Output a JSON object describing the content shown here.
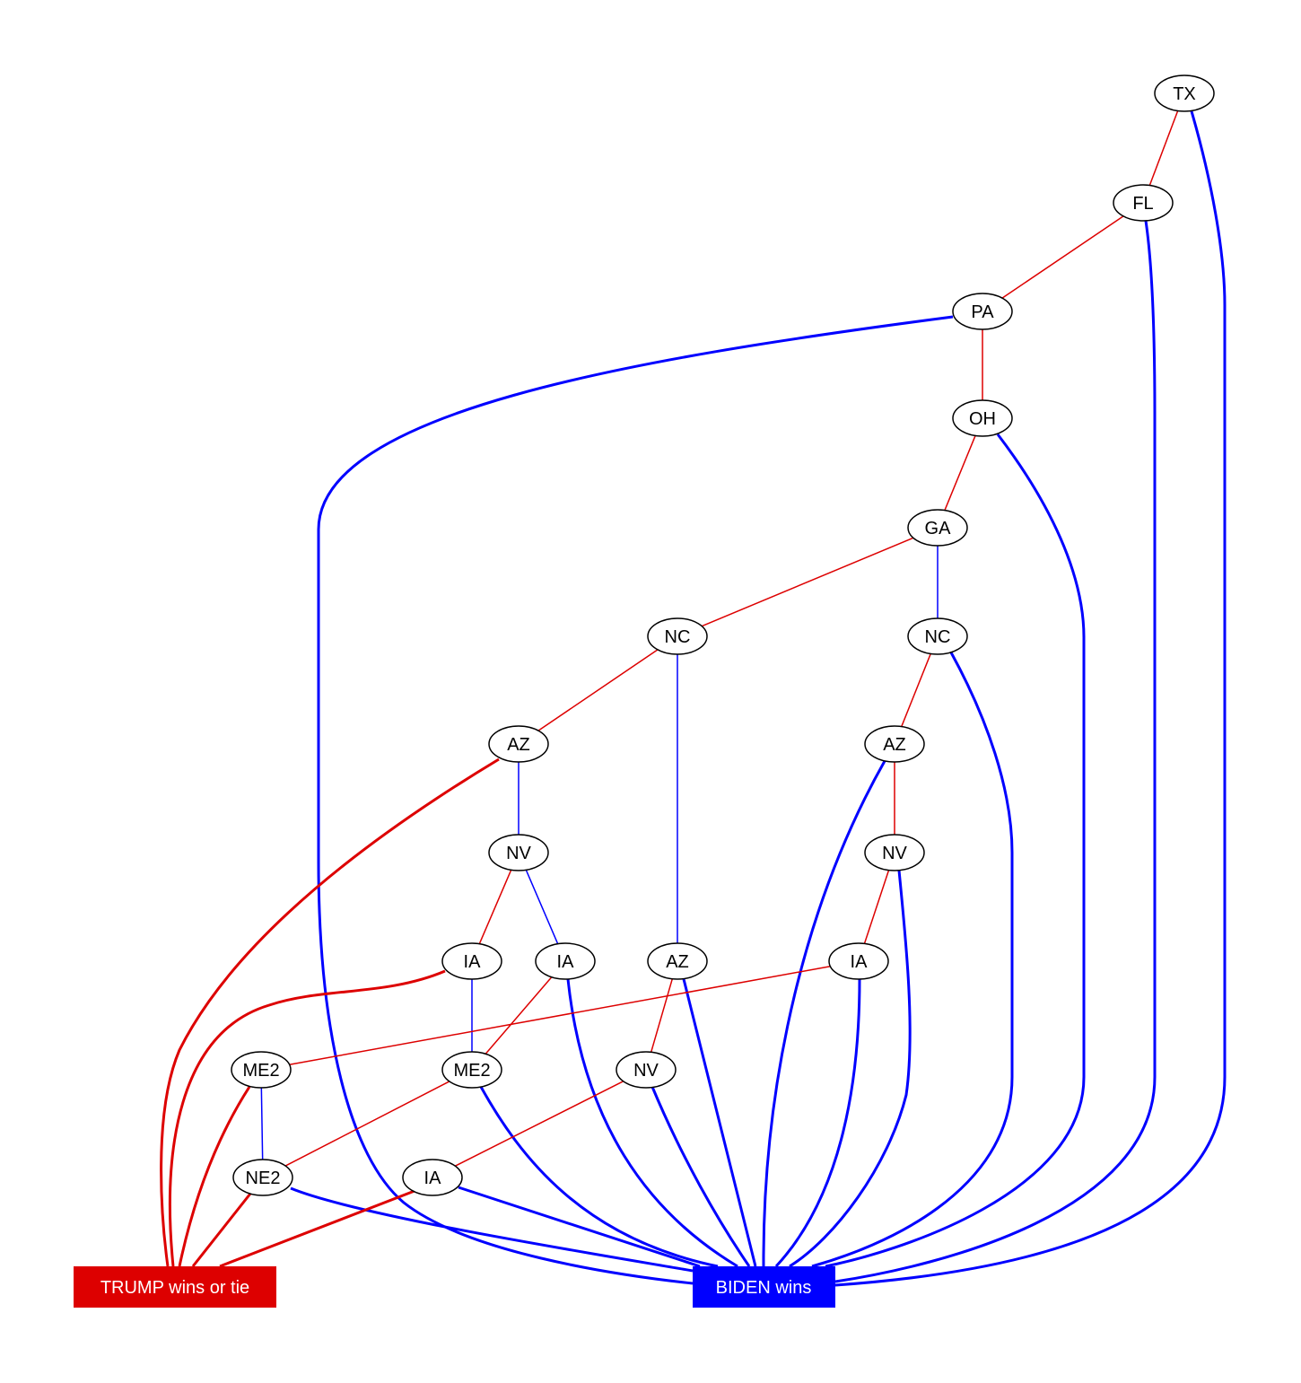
{
  "colors": {
    "trump": "#dd0000",
    "biden": "#0000ff"
  },
  "terminals": {
    "trump": {
      "label": "TRUMP wins or tie"
    },
    "biden": {
      "label": "BIDEN wins"
    }
  },
  "nodes": [
    {
      "id": "TX",
      "label": "TX"
    },
    {
      "id": "FL",
      "label": "FL"
    },
    {
      "id": "PA",
      "label": "PA"
    },
    {
      "id": "OH",
      "label": "OH"
    },
    {
      "id": "GA",
      "label": "GA"
    },
    {
      "id": "NC1",
      "label": "NC"
    },
    {
      "id": "NC2",
      "label": "NC"
    },
    {
      "id": "AZ1",
      "label": "AZ"
    },
    {
      "id": "AZ2",
      "label": "AZ"
    },
    {
      "id": "NV1",
      "label": "NV"
    },
    {
      "id": "NV2",
      "label": "NV"
    },
    {
      "id": "IA1",
      "label": "IA"
    },
    {
      "id": "IA2",
      "label": "IA"
    },
    {
      "id": "AZ3",
      "label": "AZ"
    },
    {
      "id": "IA3",
      "label": "IA"
    },
    {
      "id": "ME2a",
      "label": "ME2"
    },
    {
      "id": "ME2b",
      "label": "ME2"
    },
    {
      "id": "NV3",
      "label": "NV"
    },
    {
      "id": "NE2",
      "label": "NE2"
    },
    {
      "id": "IA4",
      "label": "IA"
    }
  ],
  "edges": [
    {
      "from": "TX",
      "to": "FL",
      "winner": "trump"
    },
    {
      "from": "TX",
      "to": "BIDEN",
      "winner": "biden"
    },
    {
      "from": "FL",
      "to": "PA",
      "winner": "trump"
    },
    {
      "from": "FL",
      "to": "BIDEN",
      "winner": "biden"
    },
    {
      "from": "PA",
      "to": "OH",
      "winner": "trump"
    },
    {
      "from": "PA",
      "to": "BIDEN",
      "winner": "biden"
    },
    {
      "from": "OH",
      "to": "GA",
      "winner": "trump"
    },
    {
      "from": "OH",
      "to": "BIDEN",
      "winner": "biden"
    },
    {
      "from": "GA",
      "to": "NC1",
      "winner": "trump"
    },
    {
      "from": "GA",
      "to": "NC2",
      "winner": "biden"
    },
    {
      "from": "NC1",
      "to": "AZ1",
      "winner": "trump"
    },
    {
      "from": "NC1",
      "to": "AZ3",
      "winner": "biden"
    },
    {
      "from": "NC2",
      "to": "AZ2",
      "winner": "trump"
    },
    {
      "from": "NC2",
      "to": "BIDEN",
      "winner": "biden"
    },
    {
      "from": "AZ1",
      "to": "TRUMP",
      "winner": "trump"
    },
    {
      "from": "AZ1",
      "to": "NV1",
      "winner": "biden"
    },
    {
      "from": "AZ2",
      "to": "NV2",
      "winner": "trump"
    },
    {
      "from": "AZ2",
      "to": "BIDEN",
      "winner": "biden"
    },
    {
      "from": "NV1",
      "to": "IA1",
      "winner": "trump"
    },
    {
      "from": "NV1",
      "to": "IA2",
      "winner": "biden"
    },
    {
      "from": "NV2",
      "to": "IA3",
      "winner": "trump"
    },
    {
      "from": "NV2",
      "to": "BIDEN",
      "winner": "biden"
    },
    {
      "from": "IA1",
      "to": "TRUMP",
      "winner": "trump"
    },
    {
      "from": "IA1",
      "to": "ME2b",
      "winner": "biden"
    },
    {
      "from": "IA2",
      "to": "ME2b",
      "winner": "trump"
    },
    {
      "from": "IA2",
      "to": "BIDEN",
      "winner": "biden"
    },
    {
      "from": "AZ3",
      "to": "NV3",
      "winner": "trump"
    },
    {
      "from": "AZ3",
      "to": "BIDEN",
      "winner": "biden"
    },
    {
      "from": "IA3",
      "to": "ME2a",
      "winner": "trump"
    },
    {
      "from": "IA3",
      "to": "BIDEN",
      "winner": "biden"
    },
    {
      "from": "ME2a",
      "to": "TRUMP",
      "winner": "trump"
    },
    {
      "from": "ME2a",
      "to": "NE2",
      "winner": "biden"
    },
    {
      "from": "ME2b",
      "to": "NE2",
      "winner": "trump"
    },
    {
      "from": "ME2b",
      "to": "BIDEN",
      "winner": "biden"
    },
    {
      "from": "NV3",
      "to": "IA4",
      "winner": "trump"
    },
    {
      "from": "NV3",
      "to": "BIDEN",
      "winner": "biden"
    },
    {
      "from": "NE2",
      "to": "TRUMP",
      "winner": "trump"
    },
    {
      "from": "NE2",
      "to": "BIDEN",
      "winner": "biden"
    },
    {
      "from": "IA4",
      "to": "TRUMP",
      "winner": "trump"
    },
    {
      "from": "IA4",
      "to": "BIDEN",
      "winner": "biden"
    }
  ]
}
